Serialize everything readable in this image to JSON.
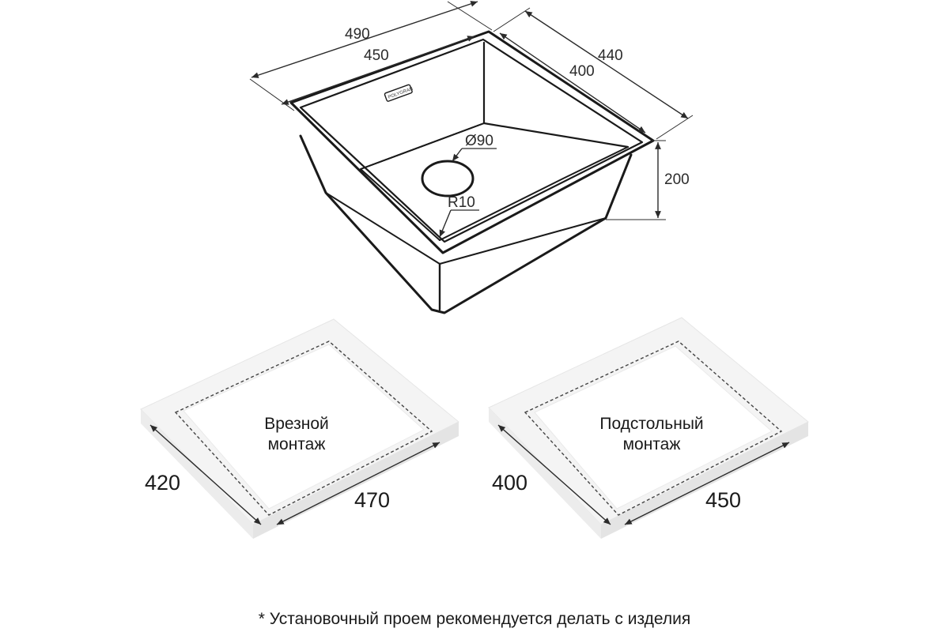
{
  "sink": {
    "brand": "POLYGRAN",
    "dims": {
      "outer_width": "490",
      "inner_width": "450",
      "outer_depth": "440",
      "inner_depth": "400",
      "height": "200",
      "drain": "Ø90",
      "radius": "R10"
    }
  },
  "cutouts": [
    {
      "label_line1": "Врезной",
      "label_line2": "монтаж",
      "side": "420",
      "front": "470"
    },
    {
      "label_line1": "Подстольный",
      "label_line2": "монтаж",
      "side": "400",
      "front": "450"
    }
  ],
  "footnote": "* Установочный проем рекомендуется делать с изделия",
  "colors": {
    "line": "#1a1a1a",
    "dim_line": "#2b2b2b",
    "slab_top": "#f4f4f4",
    "slab_side": "#e6e6e6"
  }
}
